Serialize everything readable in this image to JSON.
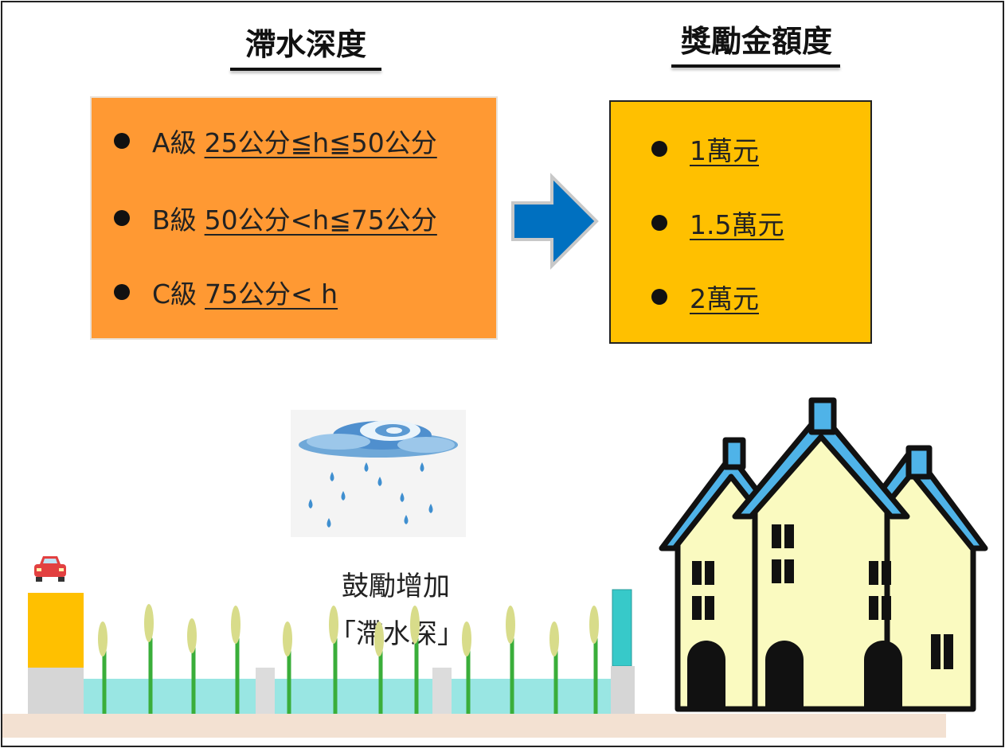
{
  "left_heading": "滯水深度",
  "right_heading": "獎勵金額度",
  "depth_levels": [
    {
      "grade": "A級",
      "range": "25公分≦h≦50公分"
    },
    {
      "grade": "B級",
      "range": "50公分<h≦75公分"
    },
    {
      "grade": "C級",
      "range": "75公分< h"
    }
  ],
  "rewards": [
    "1萬元",
    "1.5萬元",
    "2萬元"
  ],
  "caption_line1": "鼓勵增加",
  "caption_line2": "「滯水深」",
  "colors": {
    "depth_box": "#FF9933",
    "reward_box": "#FFC000",
    "arrow": "#0070C0",
    "water": "#8EE3E0",
    "house_wall": "#FAFAC0",
    "roof": "#4FB3E8"
  }
}
